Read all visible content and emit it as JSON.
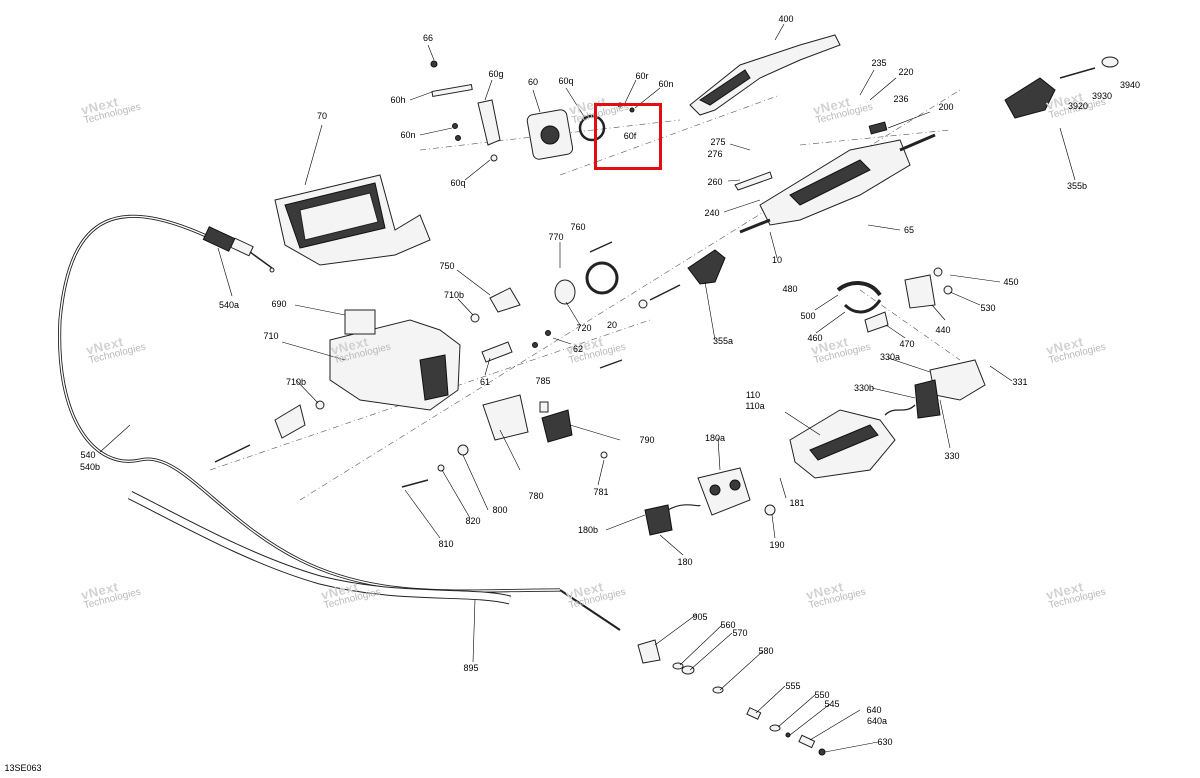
{
  "diagram_code": "13SE063",
  "watermark": {
    "line1": "vNext",
    "line2": "Technologies"
  },
  "highlight": {
    "label": "60f",
    "color": "#e01010"
  },
  "callouts": [
    {
      "id": "66",
      "text": "66"
    },
    {
      "id": "60g",
      "text": "60g"
    },
    {
      "id": "60h",
      "text": "60h"
    },
    {
      "id": "70",
      "text": "70"
    },
    {
      "id": "60n_l",
      "text": "60n"
    },
    {
      "id": "60",
      "text": "60"
    },
    {
      "id": "60q_t",
      "text": "60q"
    },
    {
      "id": "60q_b",
      "text": "60q"
    },
    {
      "id": "60r",
      "text": "60r"
    },
    {
      "id": "60n_r",
      "text": "60n"
    },
    {
      "id": "60f",
      "text": "60f"
    },
    {
      "id": "400",
      "text": "400"
    },
    {
      "id": "235",
      "text": "235"
    },
    {
      "id": "220",
      "text": "220"
    },
    {
      "id": "236",
      "text": "236"
    },
    {
      "id": "200",
      "text": "200"
    },
    {
      "id": "3940",
      "text": "3940"
    },
    {
      "id": "3930",
      "text": "3930"
    },
    {
      "id": "3920",
      "text": "3920"
    },
    {
      "id": "355b",
      "text": "355b"
    },
    {
      "id": "275",
      "text": "275"
    },
    {
      "id": "276",
      "text": "276"
    },
    {
      "id": "260",
      "text": "260"
    },
    {
      "id": "240",
      "text": "240"
    },
    {
      "id": "65",
      "text": "65"
    },
    {
      "id": "10",
      "text": "10"
    },
    {
      "id": "770",
      "text": "770"
    },
    {
      "id": "760",
      "text": "760"
    },
    {
      "id": "750",
      "text": "750"
    },
    {
      "id": "710b_t",
      "text": "710b"
    },
    {
      "id": "720",
      "text": "720"
    },
    {
      "id": "20",
      "text": "20"
    },
    {
      "id": "355a",
      "text": "355a"
    },
    {
      "id": "540a",
      "text": "540a"
    },
    {
      "id": "690",
      "text": "690"
    },
    {
      "id": "710",
      "text": "710"
    },
    {
      "id": "62",
      "text": "62"
    },
    {
      "id": "61",
      "text": "61"
    },
    {
      "id": "710b_b",
      "text": "710b"
    },
    {
      "id": "785",
      "text": "785"
    },
    {
      "id": "480",
      "text": "480"
    },
    {
      "id": "450",
      "text": "450"
    },
    {
      "id": "530",
      "text": "530"
    },
    {
      "id": "500",
      "text": "500"
    },
    {
      "id": "460",
      "text": "460"
    },
    {
      "id": "470",
      "text": "470"
    },
    {
      "id": "440",
      "text": "440"
    },
    {
      "id": "330a",
      "text": "330a"
    },
    {
      "id": "331",
      "text": "331"
    },
    {
      "id": "330b",
      "text": "330b"
    },
    {
      "id": "330",
      "text": "330"
    },
    {
      "id": "110",
      "text": "110"
    },
    {
      "id": "110a",
      "text": "110a"
    },
    {
      "id": "790",
      "text": "790"
    },
    {
      "id": "780",
      "text": "780"
    },
    {
      "id": "781",
      "text": "781"
    },
    {
      "id": "180a",
      "text": "180a"
    },
    {
      "id": "181",
      "text": "181"
    },
    {
      "id": "190",
      "text": "190"
    },
    {
      "id": "180b",
      "text": "180b"
    },
    {
      "id": "180",
      "text": "180"
    },
    {
      "id": "800",
      "text": "800"
    },
    {
      "id": "820",
      "text": "820"
    },
    {
      "id": "810",
      "text": "810"
    },
    {
      "id": "540",
      "text": "540"
    },
    {
      "id": "540b",
      "text": "540b"
    },
    {
      "id": "895",
      "text": "895"
    },
    {
      "id": "905",
      "text": "905"
    },
    {
      "id": "560",
      "text": "560"
    },
    {
      "id": "570",
      "text": "570"
    },
    {
      "id": "580",
      "text": "580"
    },
    {
      "id": "555",
      "text": "555"
    },
    {
      "id": "550",
      "text": "550"
    },
    {
      "id": "545",
      "text": "545"
    },
    {
      "id": "640",
      "text": "640"
    },
    {
      "id": "640a",
      "text": "640a"
    },
    {
      "id": "630",
      "text": "630"
    }
  ]
}
